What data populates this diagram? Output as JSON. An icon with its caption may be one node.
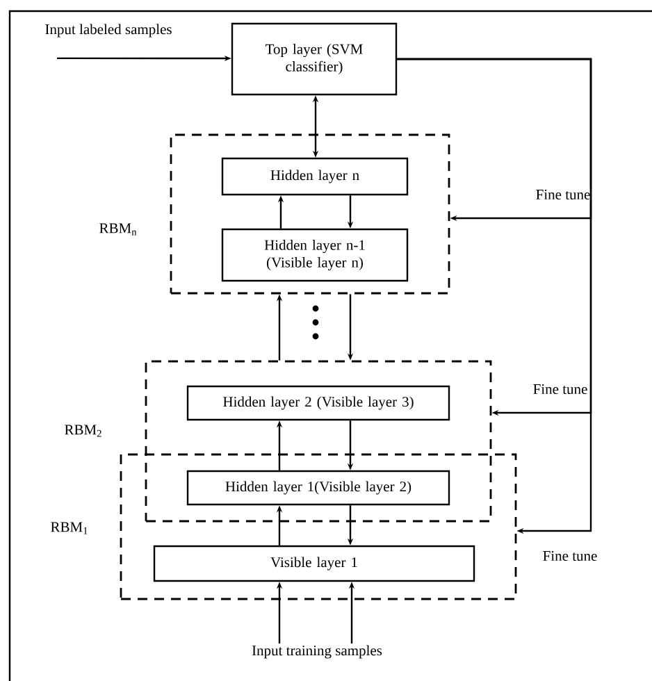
{
  "diagram": {
    "nodes": [
      {
        "text": [
          "Top layer (SVM classifier)"
        ]
      },
      {
        "text": [
          "RBM$_{n}$"
        ]
      },
      {
        "text": [
          "Hidden layer n"
        ],
        "in": 1
      },
      {
        "text": [
          "Hidden layer n-1 (Visible layer n)"
        ],
        "in": 1
      },
      {
        "text": [
          "RBM$_{2}$"
        ]
      },
      {
        "text": [
          "Hidden layer 2 (Visible layer 3)"
        ],
        "in": 4
      },
      {
        "text": [
          "RBM$_{1}$"
        ]
      },
      {
        "text": [
          "Hidden layer 1(Visible layer 2)"
        ]
      },
      {
        "text": [
          "Visible layer 1"
        ],
        "in": 6
      },
      {
        "text": [
          "Input labeled samples"
        ]
      },
      {
        "text": [
          "Input training samples"
        ]
      }
    ],
    "edges": [
      {
        "from": 9,
        "to": 0,
        "arrow": "to"
      },
      {
        "from": 0,
        "to": 2,
        "arrow": "both"
      },
      {
        "from": 3,
        "to": 2,
        "arrow": "to"
      },
      {
        "from": 2,
        "to": 3,
        "arrow": "to"
      },
      {
        "from": 4,
        "to": 1,
        "arrow": "to"
      },
      {
        "from": 1,
        "to": 4,
        "arrow": "to"
      },
      {
        "from": 7,
        "to": 5,
        "arrow": "to"
      },
      {
        "from": 5,
        "to": 7,
        "arrow": "to"
      },
      {
        "from": 8,
        "to": 7,
        "arrow": "to"
      },
      {
        "from": 7,
        "to": 8,
        "arrow": "to"
      },
      {
        "from": 10,
        "to": 8,
        "arrow": "to"
      },
      {
        "from": 10,
        "to": 8,
        "arrow": "to"
      },
      {
        "from": 0,
        "to": 1,
        "arrow": "to",
        "label": "Fine tune"
      },
      {
        "from": 0,
        "to": 4,
        "arrow": "to",
        "label": "Fine tune"
      },
      {
        "from": 0,
        "to": 6,
        "arrow": "to",
        "label": "Fine tune"
      }
    ]
  }
}
